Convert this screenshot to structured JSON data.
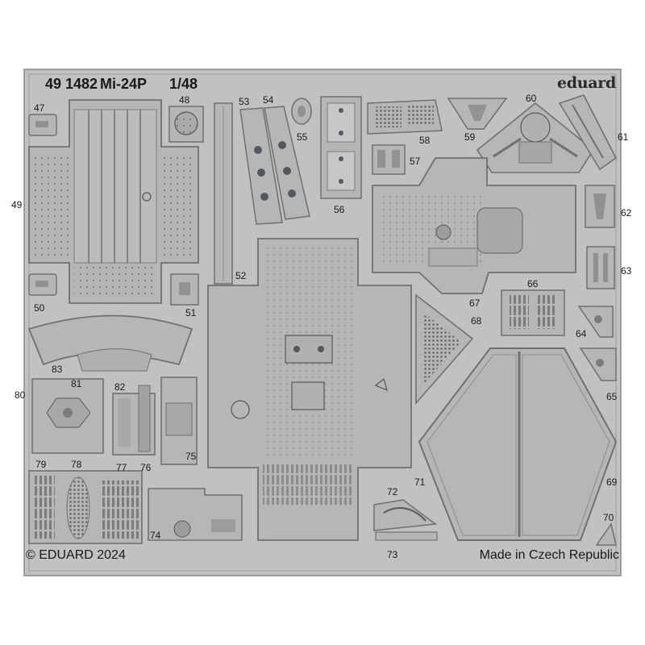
{
  "header": {
    "set_number": "49 1482",
    "model": "Mi-24P",
    "scale": "1/48",
    "brand": "eduard"
  },
  "footer": {
    "copyright": "© EDUARD 2024",
    "origin": "Made in Czech Republic"
  },
  "colors": {
    "fret_fill": "#bfc1c3",
    "part_fill": "#b4b6b8",
    "part_edge": "#6e7072",
    "rivet": "#55585a",
    "text": "#1a1a1a"
  },
  "parts": {
    "p47": "47",
    "p48": "48",
    "p49": "49",
    "p50": "50",
    "p51": "51",
    "p52": "52",
    "p53": "53",
    "p54": "54",
    "p55": "55",
    "p56": "56",
    "p57": "57",
    "p58": "58",
    "p59": "59",
    "p60": "60",
    "p61": "61",
    "p62": "62",
    "p63": "63",
    "p64": "64",
    "p65": "65",
    "p66": "66",
    "p67": "67",
    "p68": "68",
    "p69": "69",
    "p70": "70",
    "p71": "71",
    "p72": "72",
    "p73": "73",
    "p74": "74",
    "p75": "75",
    "p76": "76",
    "p77": "77",
    "p78": "78",
    "p79": "79",
    "p80": "80",
    "p81": "81",
    "p82": "82",
    "p83": "83"
  }
}
